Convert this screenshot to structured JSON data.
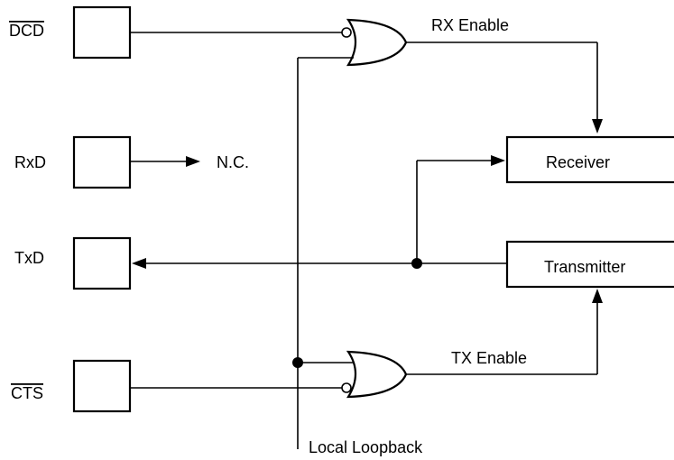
{
  "pins": {
    "dcd": "DCD",
    "rxd": "RxD",
    "txd": "TxD",
    "cts": "CTS"
  },
  "labels": {
    "nc": "N.C.",
    "rx_enable": "RX Enable",
    "tx_enable": "TX Enable",
    "local_loopback": "Local Loopback",
    "receiver": "Receiver",
    "transmitter": "Transmitter"
  }
}
